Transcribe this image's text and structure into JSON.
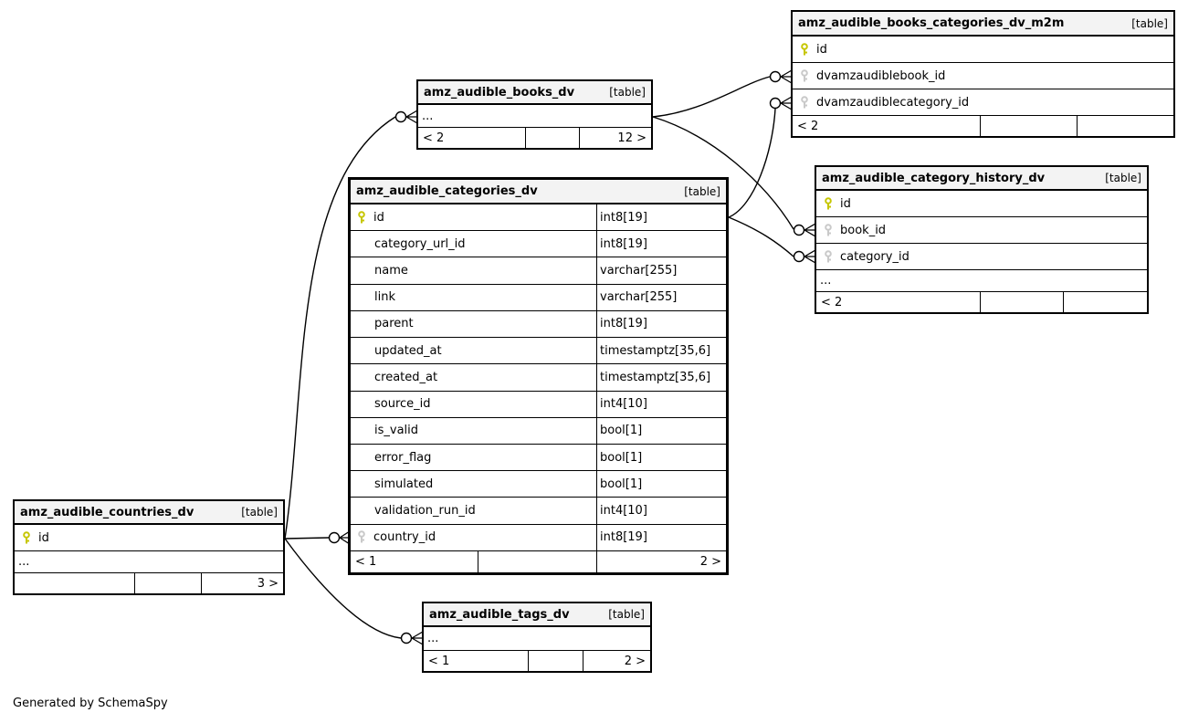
{
  "page": {
    "note": "Generated by SchemaSpy"
  },
  "colors": {
    "primary_key_icon": "#c6c600",
    "foreign_key_icon": "#c9c9c9",
    "header_background": "#f3f3f3",
    "border": "#000000",
    "background": "#ffffff"
  },
  "tables": {
    "m2m": {
      "title": "amz_audible_books_categories_dv_m2m",
      "tag": "[table]",
      "columns": [
        {
          "name": "id",
          "key": "primary"
        },
        {
          "name": "dvamzaudiblebook_id",
          "key": "foreign"
        },
        {
          "name": "dvamzaudiblecategory_id",
          "key": "foreign"
        }
      ],
      "stats": {
        "left": "< 2",
        "mid": "",
        "right": ""
      }
    },
    "books": {
      "title": "amz_audible_books_dv",
      "tag": "[table]",
      "ellipsis": "...",
      "stats": {
        "left": "< 2",
        "mid": "",
        "right": "12 >"
      }
    },
    "history": {
      "title": "amz_audible_category_history_dv",
      "tag": "[table]",
      "columns": [
        {
          "name": "id",
          "key": "primary"
        },
        {
          "name": "book_id",
          "key": "foreign"
        },
        {
          "name": "category_id",
          "key": "foreign"
        }
      ],
      "ellipsis": "...",
      "stats": {
        "left": "< 2",
        "mid": "",
        "right": ""
      }
    },
    "categories": {
      "title": "amz_audible_categories_dv",
      "tag": "[table]",
      "columns": [
        {
          "name": "id",
          "type": "int8[19]",
          "key": "primary"
        },
        {
          "name": "category_url_id",
          "type": "int8[19]"
        },
        {
          "name": "name",
          "type": "varchar[255]"
        },
        {
          "name": "link",
          "type": "varchar[255]"
        },
        {
          "name": "parent",
          "type": "int8[19]"
        },
        {
          "name": "updated_at",
          "type": "timestamptz[35,6]"
        },
        {
          "name": "created_at",
          "type": "timestamptz[35,6]"
        },
        {
          "name": "source_id",
          "type": "int4[10]"
        },
        {
          "name": "is_valid",
          "type": "bool[1]"
        },
        {
          "name": "error_flag",
          "type": "bool[1]"
        },
        {
          "name": "simulated",
          "type": "bool[1]"
        },
        {
          "name": "validation_run_id",
          "type": "int4[10]"
        },
        {
          "name": "country_id",
          "type": "int8[19]",
          "key": "foreign"
        }
      ],
      "stats": {
        "left": "< 1",
        "mid": "",
        "right": "2 >"
      }
    },
    "countries": {
      "title": "amz_audible_countries_dv",
      "tag": "[table]",
      "columns": [
        {
          "name": "id",
          "key": "primary"
        }
      ],
      "ellipsis": "...",
      "stats": {
        "left": "",
        "mid": "",
        "right": "3 >"
      }
    },
    "tags": {
      "title": "amz_audible_tags_dv",
      "tag": "[table]",
      "ellipsis": "...",
      "stats": {
        "left": "< 1",
        "mid": "",
        "right": "2 >"
      }
    }
  },
  "relationships": [
    {
      "from": "amz_audible_countries_dv.id",
      "to": "amz_audible_books_dv"
    },
    {
      "from": "amz_audible_countries_dv.id",
      "to": "amz_audible_categories_dv.country_id"
    },
    {
      "from": "amz_audible_countries_dv.id",
      "to": "amz_audible_tags_dv"
    },
    {
      "from": "amz_audible_books_dv",
      "to": "amz_audible_books_categories_dv_m2m.dvamzaudiblebook_id"
    },
    {
      "from": "amz_audible_books_dv",
      "to": "amz_audible_category_history_dv.book_id"
    },
    {
      "from": "amz_audible_categories_dv.id",
      "to": "amz_audible_books_categories_dv_m2m.dvamzaudiblecategory_id"
    },
    {
      "from": "amz_audible_categories_dv.id",
      "to": "amz_audible_category_history_dv.category_id"
    }
  ]
}
